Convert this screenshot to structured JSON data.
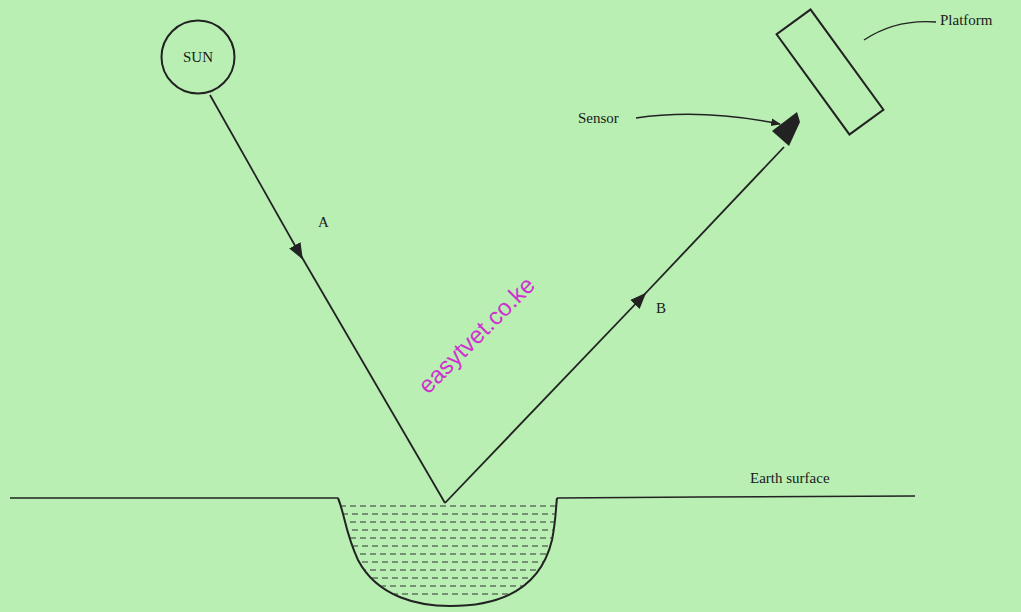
{
  "diagram": {
    "nodes": [
      {
        "text": [
          "SUN"
        ]
      }
    ],
    "labels": [
      "A",
      "B",
      "Sensor",
      "Platform",
      "Earth surface",
      "easytvet.co.ke"
    ]
  }
}
